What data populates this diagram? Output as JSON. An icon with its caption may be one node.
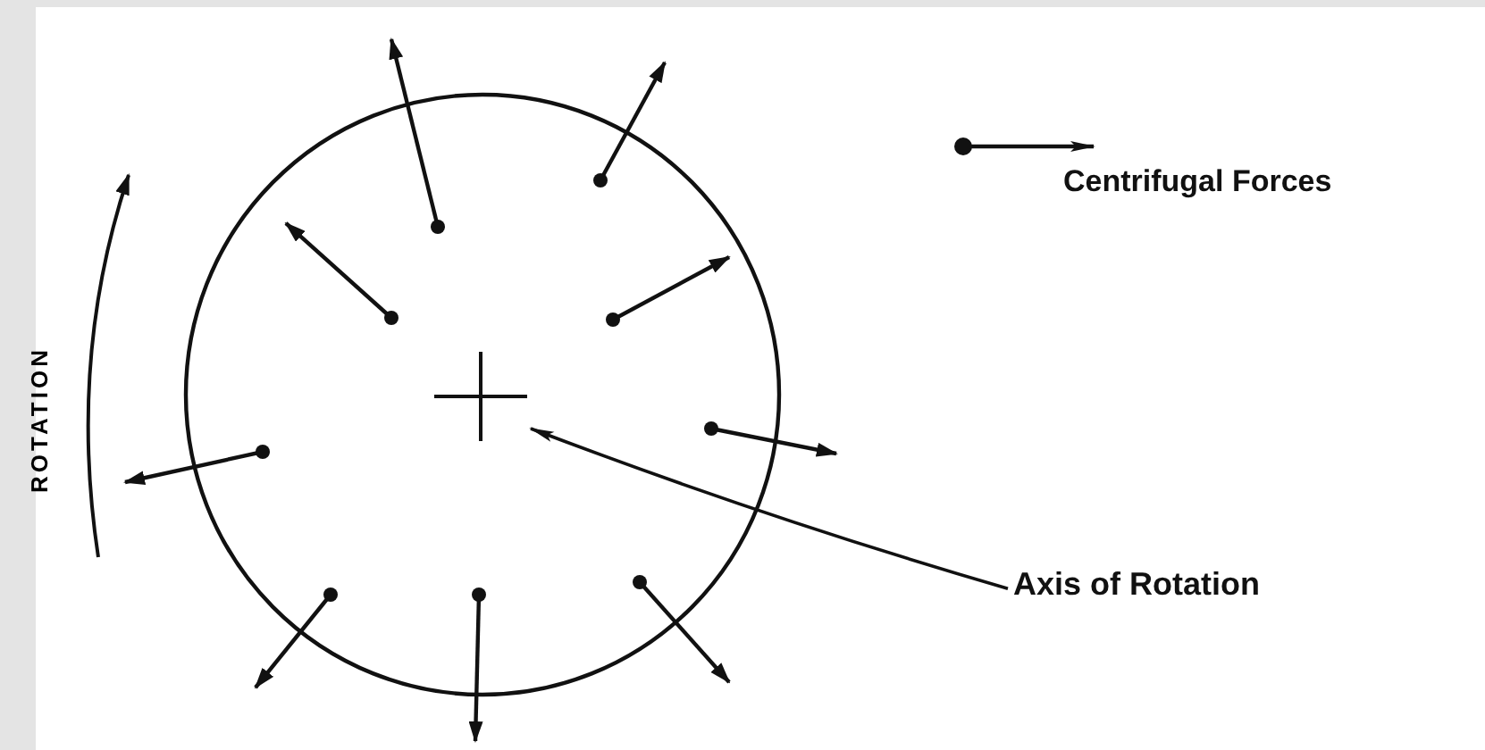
{
  "diagram": {
    "nodes": [
      {
        "text": [
          "Axis of Rotation"
        ]
      },
      {
        "text": [],
        "shape": "cross"
      }
    ],
    "edges": [
      {
        "from": 0,
        "to": 1,
        "arrow": "to"
      }
    ],
    "labels": [
      "ROTATION"
    ],
    "legend": [
      {
        "text": "Centrifugal Forces"
      }
    ]
  }
}
